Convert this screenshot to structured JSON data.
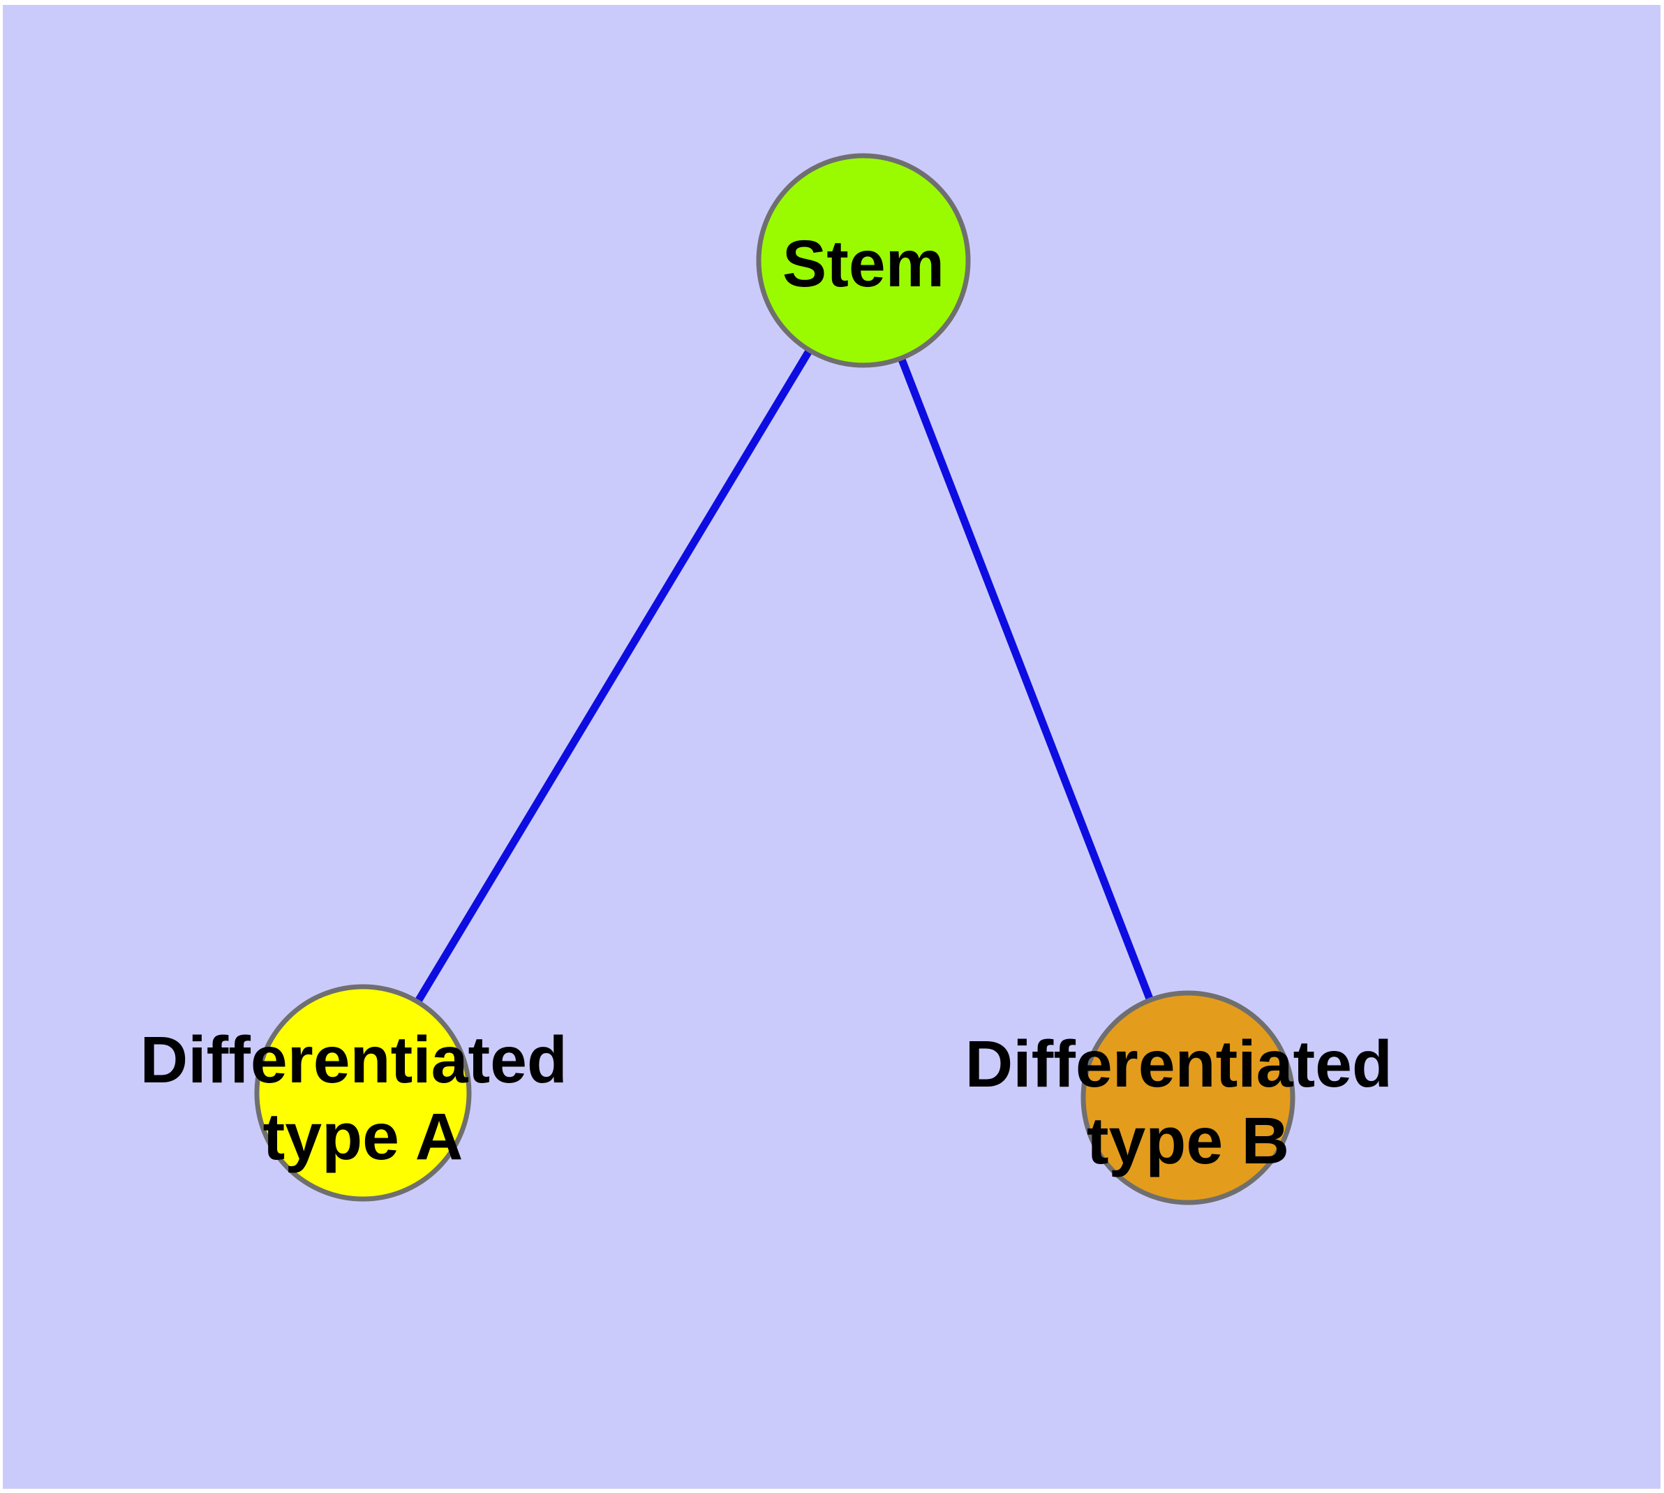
{
  "diagram": {
    "type": "node-link-graph",
    "description": "Stem cell differentiation diagram",
    "colors": {
      "canvas_background": "#CBCBFB",
      "page_margin": "#FFFFFF",
      "edge": "#0D0DE1",
      "node_outline": "#6F6F6F",
      "label_text": "#000000",
      "stem_fill": "#9AFB00",
      "type_a_fill": "#FFFF00",
      "type_b_fill": "#E49C1C"
    },
    "nodes": [
      {
        "id": "stem",
        "label": "Stem",
        "lines": [
          "Stem"
        ],
        "fill": "#9AFB00"
      },
      {
        "id": "differentiated-type-a",
        "label": "Differentiated type A",
        "lines": [
          "Differentiated",
          "type A"
        ],
        "fill": "#FFFF00"
      },
      {
        "id": "differentiated-type-b",
        "label": "Differentiated type B",
        "lines": [
          "Differentiated",
          "type B"
        ],
        "fill": "#E49C1C"
      }
    ],
    "edges": [
      {
        "from": "Stem",
        "to": "Differentiated type A"
      },
      {
        "from": "Stem",
        "to": "Differentiated type B"
      }
    ]
  }
}
